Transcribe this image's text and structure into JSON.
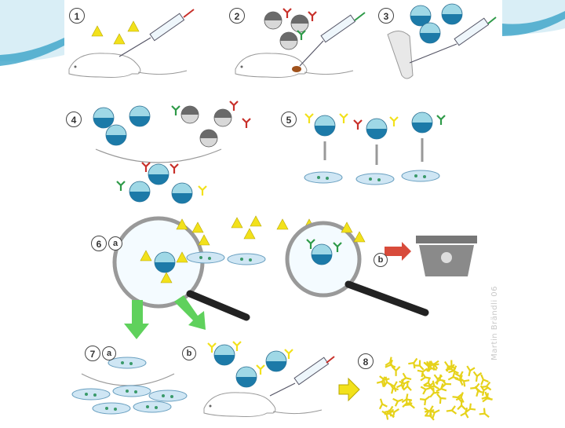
{
  "steps": [
    {
      "id": "s1",
      "label": "1"
    },
    {
      "id": "s2",
      "label": "2"
    },
    {
      "id": "s3",
      "label": "3"
    },
    {
      "id": "s4",
      "label": "4"
    },
    {
      "id": "s5",
      "label": "5"
    },
    {
      "id": "s6",
      "label": "6"
    },
    {
      "id": "s6a",
      "label": "a"
    },
    {
      "id": "s6b",
      "label": "b"
    },
    {
      "id": "s7",
      "label": "7"
    },
    {
      "id": "s7a",
      "label": "a"
    },
    {
      "id": "s7b",
      "label": "b"
    },
    {
      "id": "s8",
      "label": "8"
    }
  ],
  "credit": "Martin Brändli 06",
  "colors": {
    "slide_accent": "#3aa3c8",
    "antigen_yellow": "#f2e11b",
    "myeloma_dark": "#1c7aa8",
    "myeloma_light": "#9fd8e6",
    "bcell_grey": "#7a7a7a",
    "antibody_red": "#c8302a",
    "antibody_green": "#2e9a48",
    "arrow_green": "#5fd15c",
    "arrow_red": "#d84b3b",
    "trash_grey": "#8a8a8a",
    "dish_blue": "#cfe6f4"
  },
  "icons": [
    "syringe-icon",
    "mouse-icon",
    "magnifier-icon",
    "trash-bin-icon",
    "petri-dish-icon",
    "arrow-icon"
  ]
}
